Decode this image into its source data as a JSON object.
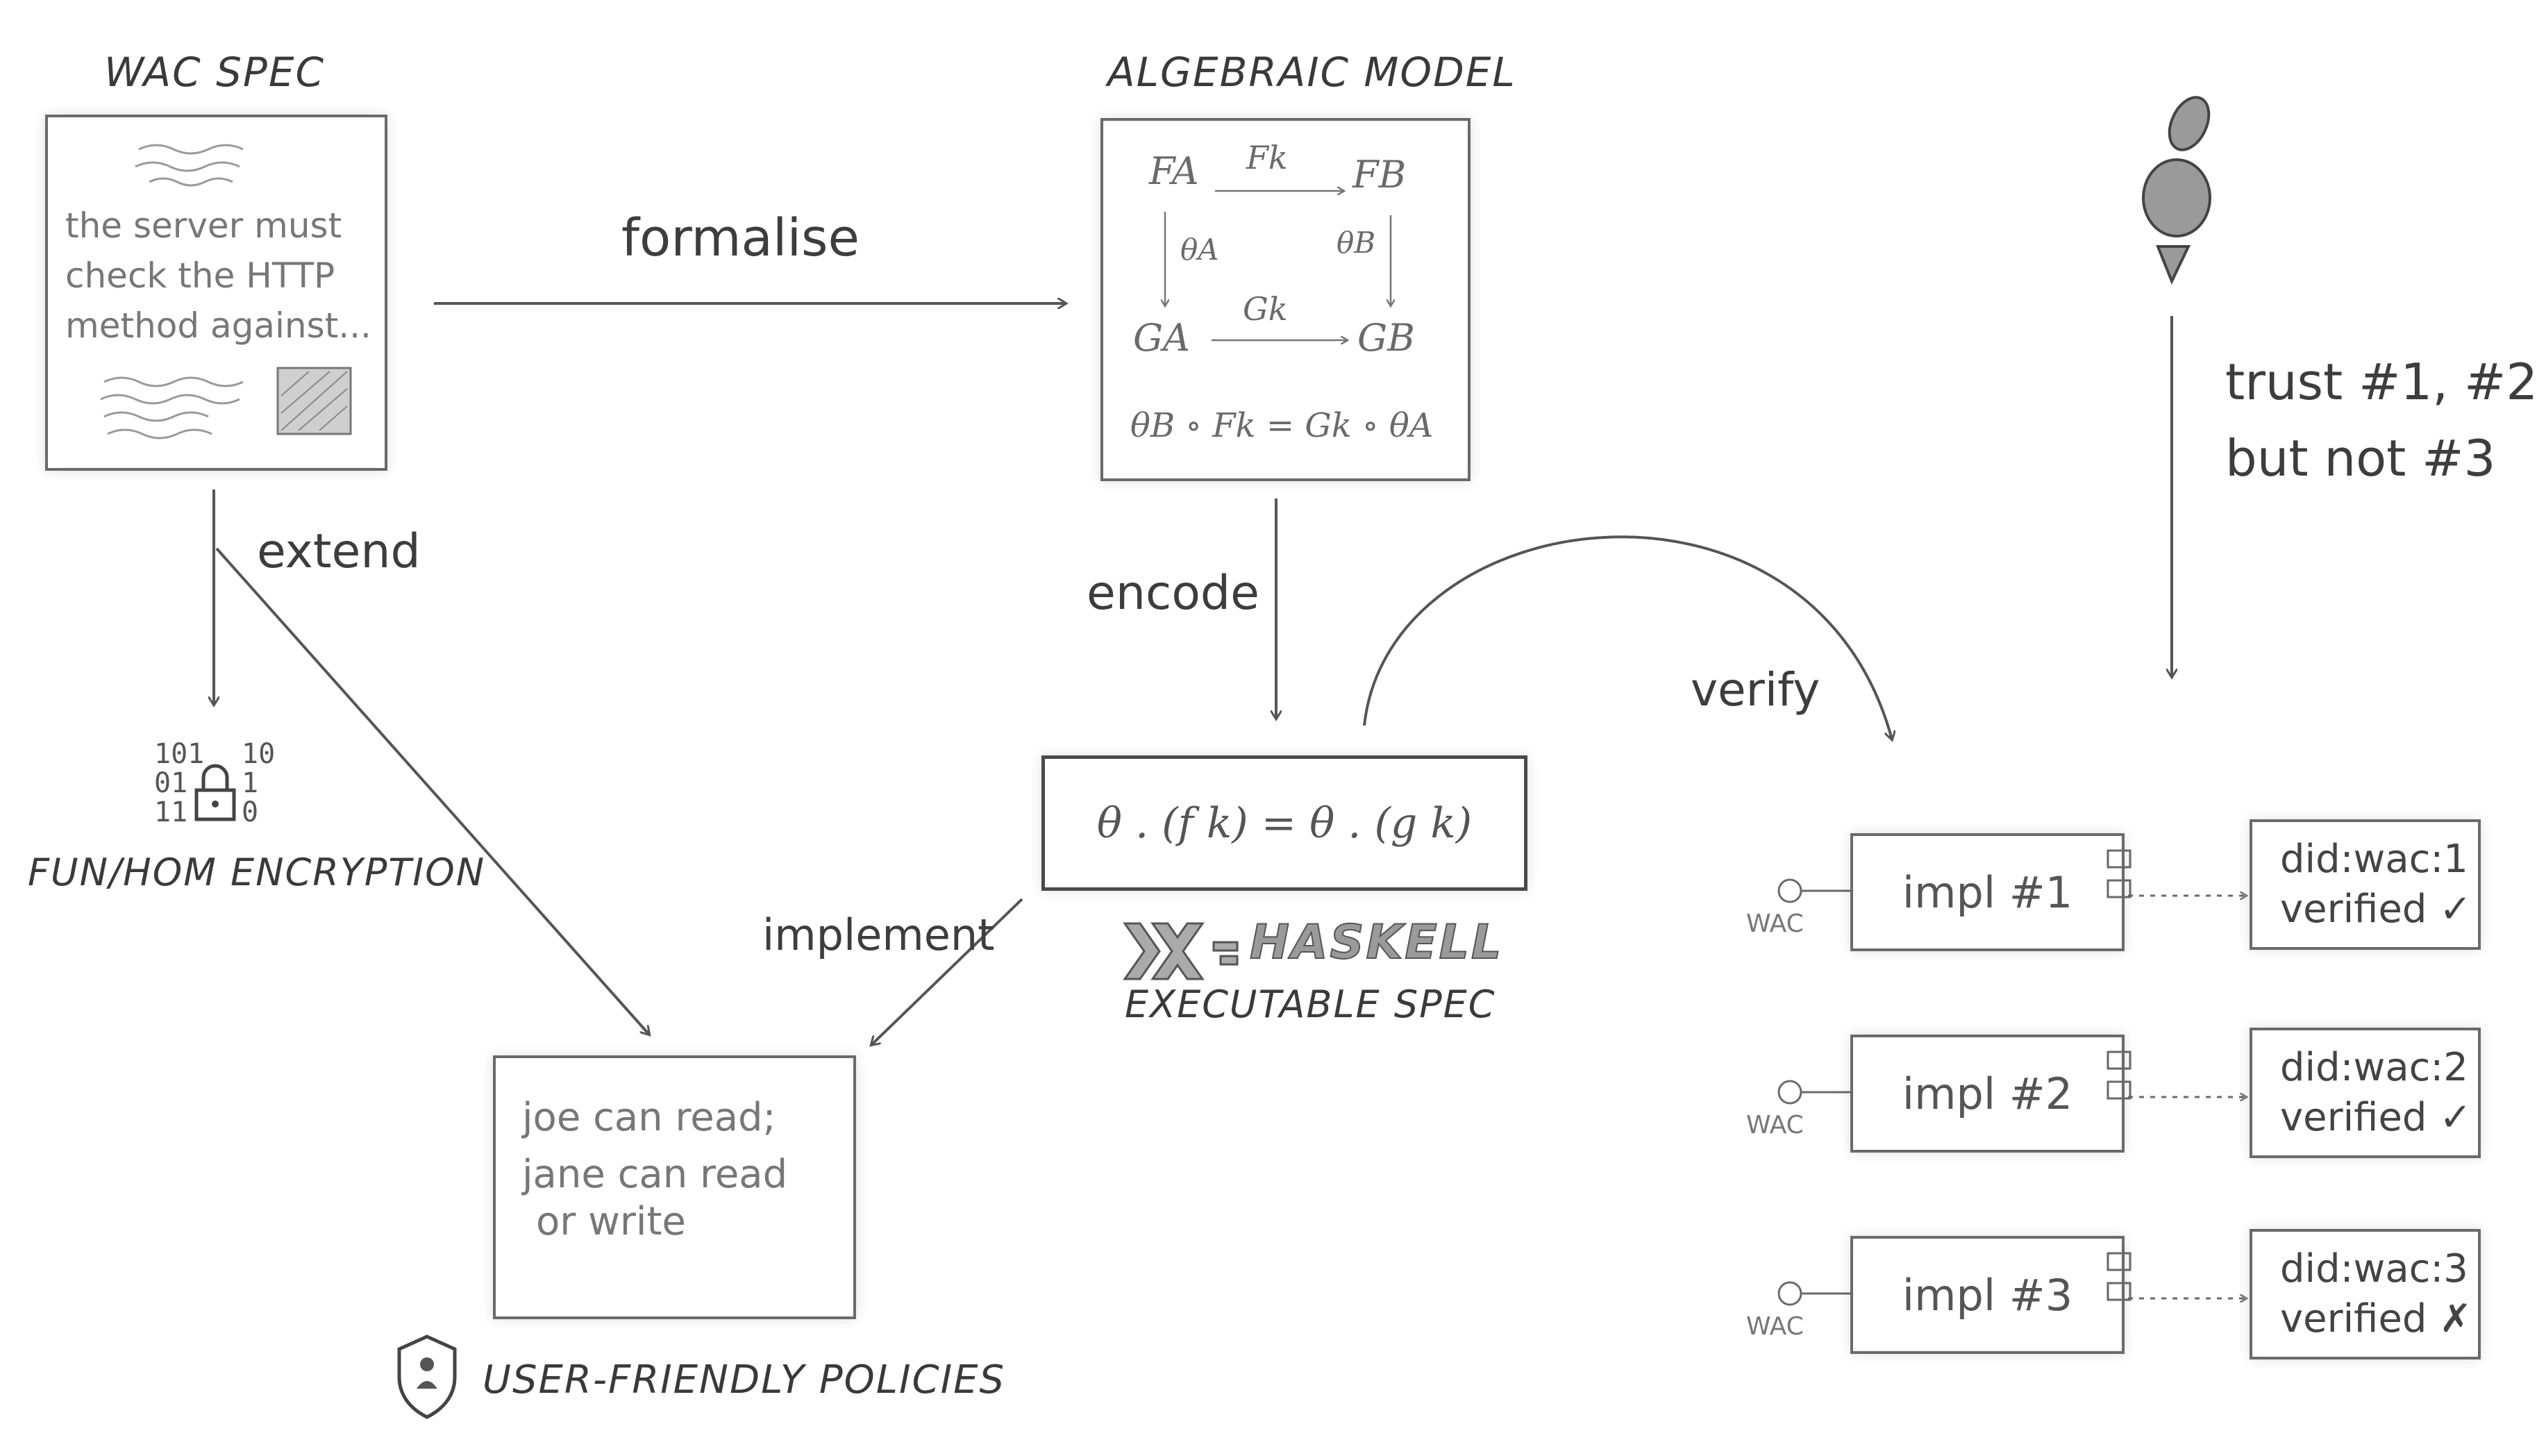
{
  "wac_spec": {
    "title": "WAC SPEC",
    "text_lines": [
      "the server must",
      "check the HTTP",
      "method against..."
    ]
  },
  "algebraic_model": {
    "title": "ALGEBRAIC MODEL",
    "nodes": {
      "fa": "FA",
      "fb": "FB",
      "ga": "GA",
      "gb": "GB"
    },
    "arrows": {
      "fk": "Fk",
      "gk": "Gk",
      "theta_a": "θA",
      "theta_b": "θB"
    },
    "equation": "θB ∘ Fk = Gk ∘ θA"
  },
  "edges": {
    "formalise": "formalise",
    "extend": "extend",
    "encode": "encode",
    "implement": "implement",
    "verify": "verify"
  },
  "encryption": {
    "bits_left": [
      "101",
      "01",
      "11"
    ],
    "bits_right": [
      "10",
      "1",
      "0"
    ],
    "label": "FUN/HOM ENCRYPTION"
  },
  "executable": {
    "formula": "θ . (f k) = θ . (g k)",
    "logo_text": "HASKELL",
    "label": "EXECUTABLE SPEC"
  },
  "policies": {
    "lines": [
      "joe can read;",
      "jane can read",
      "or write"
    ],
    "label": "USER-FRIENDLY POLICIES"
  },
  "trust": {
    "lines": [
      "trust #1, #2",
      "but not #3"
    ]
  },
  "implementations": [
    {
      "name": "impl #1",
      "interface": "WAC",
      "did": "did:wac:1",
      "status": "verified ✓"
    },
    {
      "name": "impl #2",
      "interface": "WAC",
      "did": "did:wac:2",
      "status": "verified ✓"
    },
    {
      "name": "impl #3",
      "interface": "WAC",
      "did": "did:wac:3",
      "status": "verified ✗"
    }
  ]
}
